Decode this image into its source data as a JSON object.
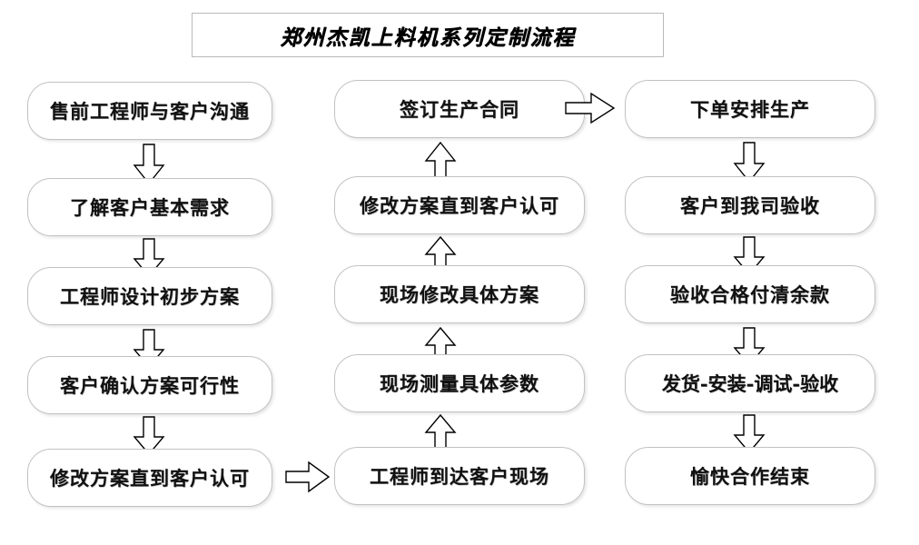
{
  "title": {
    "text": "郑州杰凯上料机系列定制流程"
  },
  "columns": [
    {
      "name": "pre-sales-column",
      "direction": "down",
      "nodes": [
        {
          "label": "售前工程师与客户沟通"
        },
        {
          "label": "了解客户基本需求"
        },
        {
          "label": "工程师设计初步方案"
        },
        {
          "label": "客户确认方案可行性"
        },
        {
          "label": "修改方案直到客户认可"
        }
      ]
    },
    {
      "name": "on-site-column",
      "direction": "up",
      "nodes": [
        {
          "label": "签订生产合同"
        },
        {
          "label": "修改方案直到客户认可"
        },
        {
          "label": "现场修改具体方案"
        },
        {
          "label": "现场测量具体参数"
        },
        {
          "label": "工程师到达客户现场"
        }
      ]
    },
    {
      "name": "production-column",
      "direction": "down",
      "nodes": [
        {
          "label": "下单安排生产"
        },
        {
          "label": "客户到我司验收"
        },
        {
          "label": "验收合格付清余款"
        },
        {
          "label": "发货-安装-调试-验收"
        },
        {
          "label": "愉快合作结束"
        }
      ]
    }
  ],
  "connectors": {
    "col1_down": [
      "down",
      "down",
      "down",
      "down"
    ],
    "col2_up": [
      "up",
      "up",
      "up",
      "up"
    ],
    "col3_down": [
      "down",
      "down",
      "down",
      "down"
    ],
    "col1_to_col2": "right",
    "col2_to_col3": "right"
  },
  "colors": {
    "box_border": "#c2c2c2",
    "box_fill": "#ffffff",
    "arrow_stroke": "#000000",
    "arrow_fill": "#ffffff",
    "text": "#111111",
    "title_border": "#b9b9b9",
    "background": "#ffffff"
  }
}
